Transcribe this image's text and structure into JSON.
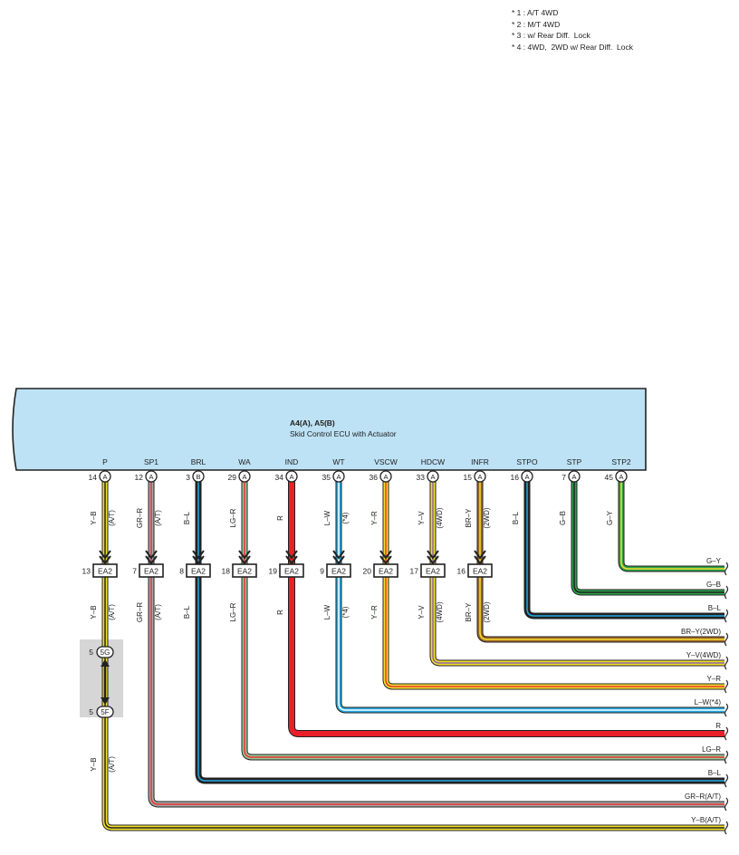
{
  "notes": [
    "* 1 : A/T 4WD",
    "* 2 : M/T 4WD",
    "* 3 : w/ Rear Diff.  Lock",
    "* 4 : 4WD,  2WD w/ Rear Diff.  Lock"
  ],
  "ecu": {
    "title": "A4(A), A5(B)",
    "name": "Skid Control ECU with Actuator"
  },
  "lower_connector": {
    "top": "5G",
    "bottom": "5F",
    "pin": "5"
  },
  "wires": [
    {
      "term": "P",
      "pin": "14",
      "conn": "A",
      "label": "Y-B",
      "note": "(A/T)",
      "ea2_pin": "13",
      "label2": "Y-B",
      "note2": "(A/T)",
      "label3": "Y-B",
      "note3": "(A/T)",
      "right_label": "Y-B(A/T)",
      "base": "#f4e02b",
      "stripe": "#222222"
    },
    {
      "term": "SP1",
      "pin": "12",
      "conn": "A",
      "label": "GR-R",
      "note": "(A/T)",
      "ea2_pin": "7",
      "label2": "GR-R",
      "note2": "(A/T)",
      "right_label": "GR-R(A/T)",
      "base": "#a8a8a8",
      "stripe": "#e8332d"
    },
    {
      "term": "BRL",
      "pin": "3",
      "conn": "B",
      "label": "B-L",
      "note": "",
      "ea2_pin": "8",
      "label2": "B-L",
      "note2": "",
      "right_label": "B-L",
      "base": "#222222",
      "stripe": "#23a9e1"
    },
    {
      "term": "WA",
      "pin": "29",
      "conn": "A",
      "label": "LG-R",
      "note": "",
      "ea2_pin": "18",
      "label2": "LG-R",
      "note2": "",
      "right_label": "LG-R",
      "base": "#9cc59a",
      "stripe": "#e8332d"
    },
    {
      "term": "IND",
      "pin": "34",
      "conn": "A",
      "label": "R",
      "note": "",
      "ea2_pin": "19",
      "label2": "R",
      "note2": "",
      "right_label": "R",
      "base": "#e8202a",
      "stripe": ""
    },
    {
      "term": "WT",
      "pin": "35",
      "conn": "A",
      "label": "L-W",
      "note": "(*4)",
      "ea2_pin": "9",
      "label2": "L-W",
      "note2": "(*4)",
      "right_label": "L-W(*4)",
      "base": "#23a9e1",
      "stripe": "#ffffff"
    },
    {
      "term": "VSCW",
      "pin": "36",
      "conn": "A",
      "label": "Y-R",
      "note": "",
      "ea2_pin": "20",
      "label2": "Y-R",
      "note2": "",
      "right_label": "Y-R",
      "base": "#f4e02b",
      "stripe": "#e8332d"
    },
    {
      "term": "HDCW",
      "pin": "33",
      "conn": "A",
      "label": "Y-V",
      "note": "(4WD)",
      "ea2_pin": "17",
      "label2": "Y-V",
      "note2": "(4WD)",
      "right_label": "Y-V(4WD)",
      "base": "#f4e02b",
      "stripe": "#8a63a8"
    },
    {
      "term": "INFR",
      "pin": "15",
      "conn": "A",
      "label": "BR-Y",
      "note": "(2WD)",
      "ea2_pin": "16",
      "label2": "BR-Y",
      "note2": "(2WD)",
      "right_label": "BR-Y(2WD)",
      "base": "#a0652a",
      "stripe": "#f4e02b"
    },
    {
      "term": "STPO",
      "pin": "16",
      "conn": "A",
      "label": "B-L",
      "note": "",
      "right_label": "B-L",
      "base": "#222222",
      "stripe": "#23a9e1"
    },
    {
      "term": "STP",
      "pin": "7",
      "conn": "A",
      "label": "G-B",
      "note": "",
      "right_label": "G-B",
      "base": "#2aa24a",
      "stripe": "#222222"
    },
    {
      "term": "STP2",
      "pin": "45",
      "conn": "A",
      "label": "G-Y",
      "note": "",
      "right_label": "G-Y",
      "base": "#2aa24a",
      "stripe": "#f4e02b"
    }
  ],
  "ea2_label": "EA2"
}
